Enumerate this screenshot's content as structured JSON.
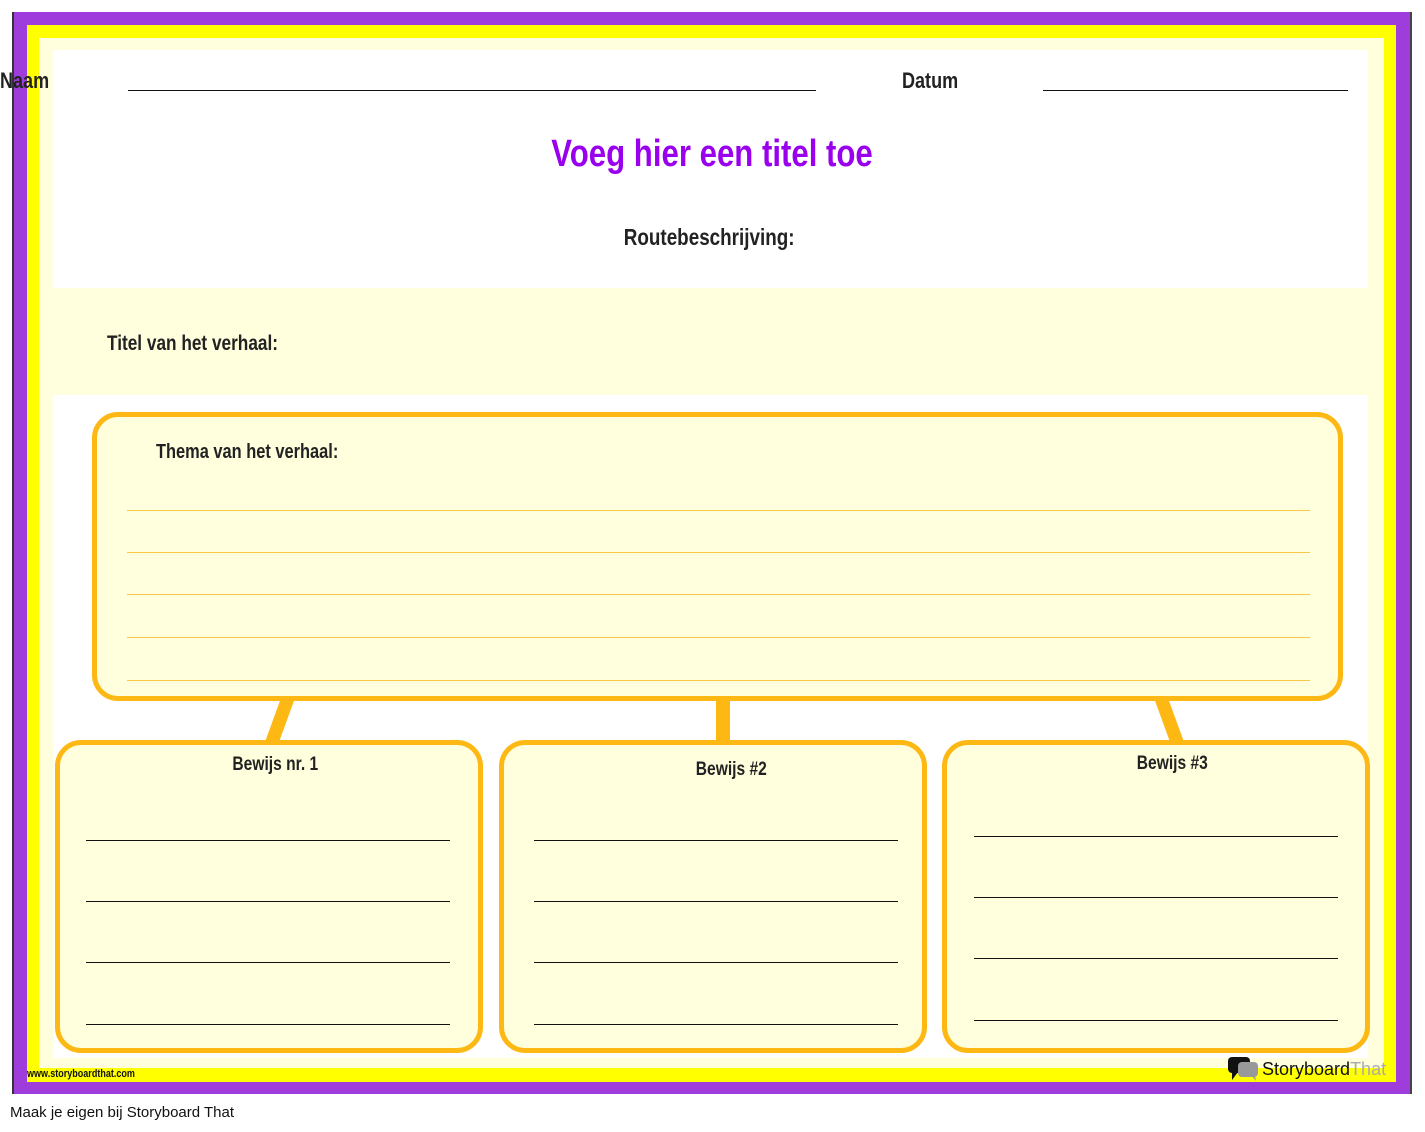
{
  "header": {
    "name_label": "Naam",
    "date_label": "Datum"
  },
  "title": "Voeg hier een titel toe",
  "directions_label": "Routebeschrijving:",
  "story_title_label": "Titel van het verhaal:",
  "theme_label": "Thema van het verhaal:",
  "evidence": [
    {
      "label": "Bewijs nr. 1"
    },
    {
      "label": "Bewijs #2"
    },
    {
      "label": "Bewijs #3"
    }
  ],
  "footer": {
    "url": "www.storyboardthat.com",
    "logo_text_1": "Storyboard",
    "logo_text_2": "That",
    "caption": "Maak je eigen bij Storyboard That"
  },
  "colors": {
    "border": "#9e3ddc",
    "frame": "#ffff00",
    "accent": "#fdb813",
    "title": "#9900ee"
  }
}
